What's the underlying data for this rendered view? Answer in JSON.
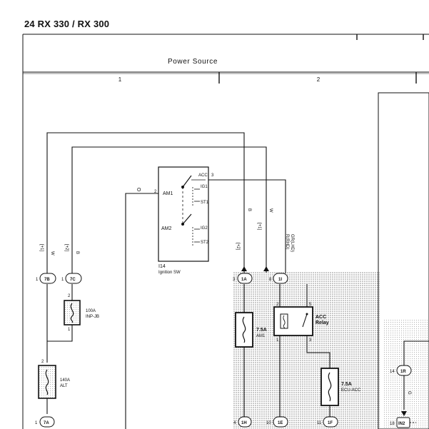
{
  "page": {
    "title": "24  RX 330 / RX 300",
    "section_title": "Power Source",
    "columns": [
      "1",
      "2"
    ]
  },
  "ignition_switch": {
    "code": "I14",
    "name": "Ignition SW",
    "pins": {
      "am1": "AM1",
      "am2": "AM2",
      "acc": "ACC",
      "ig1": "IG1",
      "st1": "ST1",
      "ig2": "IG2",
      "st2": "ST2"
    },
    "pin_numbers": {
      "am1": "2",
      "acc": "3"
    }
  },
  "wires": {
    "w_left": "W",
    "b_left": "B",
    "w_plus1": "[+1]",
    "b_plus2": "[+2]",
    "o_am1": "O",
    "w_mid": "W",
    "b_mid": "B",
    "w_plus1_mid": "[+1]",
    "b_plus2_mid": "[+2]",
    "gr_acc": "GR(LHD)",
    "r_rhd": "R(RHD)",
    "g_bottom": "G"
  },
  "connectors": {
    "c7b": "7B",
    "c7c": "7C",
    "c1a": "1A",
    "c1i": "1I",
    "c7a": "7A",
    "c1h": "1H",
    "c1e": "1E",
    "c1f": "1F",
    "c1r": "1R",
    "c7b_num": "1",
    "c7c_num": "1",
    "c1a_num": "3",
    "c1i_num": "8",
    "c7a_num": "1",
    "c1h_num": "4",
    "c1e_num": "10",
    "c1f_num": "11",
    "c1r_num": "14",
    "in2": "IN2",
    "in2_num": "18"
  },
  "fuses": {
    "inp_jb": {
      "rating": "100A",
      "name": "INP-JB",
      "pin_top": "2",
      "pin_bottom": "1"
    },
    "alt": {
      "rating": "140A",
      "name": "ALT",
      "pin_top": "2"
    },
    "am1": {
      "rating": "7.5A",
      "name": "AM1"
    },
    "ecu_acc": {
      "rating": "7.5A",
      "name": "ECU-ACC"
    }
  },
  "relay": {
    "name_line1": "ACC",
    "name_line2": "Relay",
    "pins": {
      "p2": "2",
      "p5": "5",
      "p1": "1",
      "p3": "3"
    }
  }
}
